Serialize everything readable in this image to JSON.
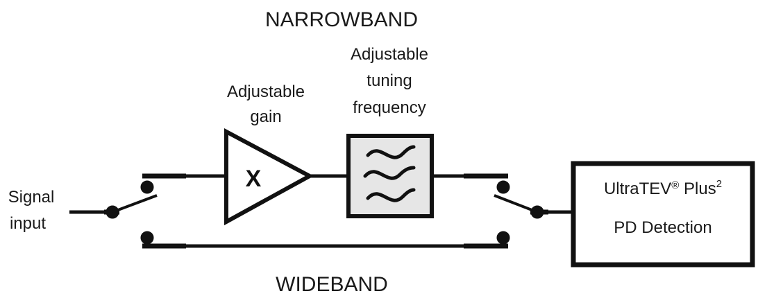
{
  "title_top": "NARROWBAND",
  "title_bottom": "WIDEBAND",
  "input_label": {
    "line1": "Signal",
    "line2": "input"
  },
  "gain_label": {
    "line1": "Adjustable",
    "line2": "gain"
  },
  "tuning_label": {
    "line1": "Adjustable",
    "line2": "tuning",
    "line3": "frequency"
  },
  "amplifier_symbol": "X",
  "detector": {
    "name": "UltraTEV",
    "registered_mark": "®",
    "suffix": " Plus",
    "superscript": "2",
    "line2": "PD Detection"
  },
  "icons": {
    "amplifier": "amplifier-triangle-icon",
    "filter": "bandpass-filter-icon",
    "switch": "spdt-switch-icon"
  },
  "colors": {
    "line": "#111111",
    "filter_fill": "#e6e6e6",
    "text": "#1a1a1a"
  }
}
